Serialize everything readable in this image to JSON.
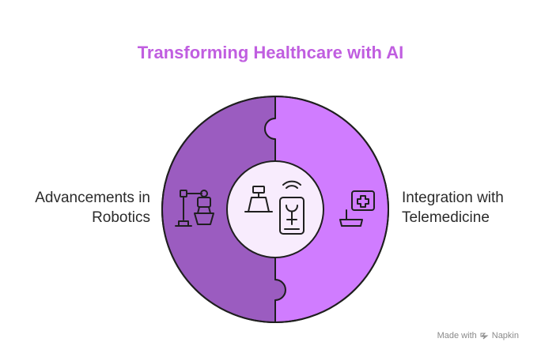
{
  "title": "Transforming Healthcare with AI",
  "left": {
    "line1": "Advancements in",
    "line2": "Robotics",
    "icon": "robotic-arm-icon"
  },
  "right": {
    "line1": "Integration with",
    "line2": "Telemedicine",
    "icon": "laptop-medical-cross-icon"
  },
  "center": {
    "icons": [
      "scale-icon",
      "smartphone-signal-icon"
    ]
  },
  "watermark": {
    "prefix": "Made with",
    "brand": "Napkin"
  },
  "colors": {
    "title": "#c05ee0",
    "left_half": "#9b5cc0",
    "right_half": "#d07cff",
    "center_fill": "#f8ecfd",
    "outline": "#1f1f1f"
  }
}
